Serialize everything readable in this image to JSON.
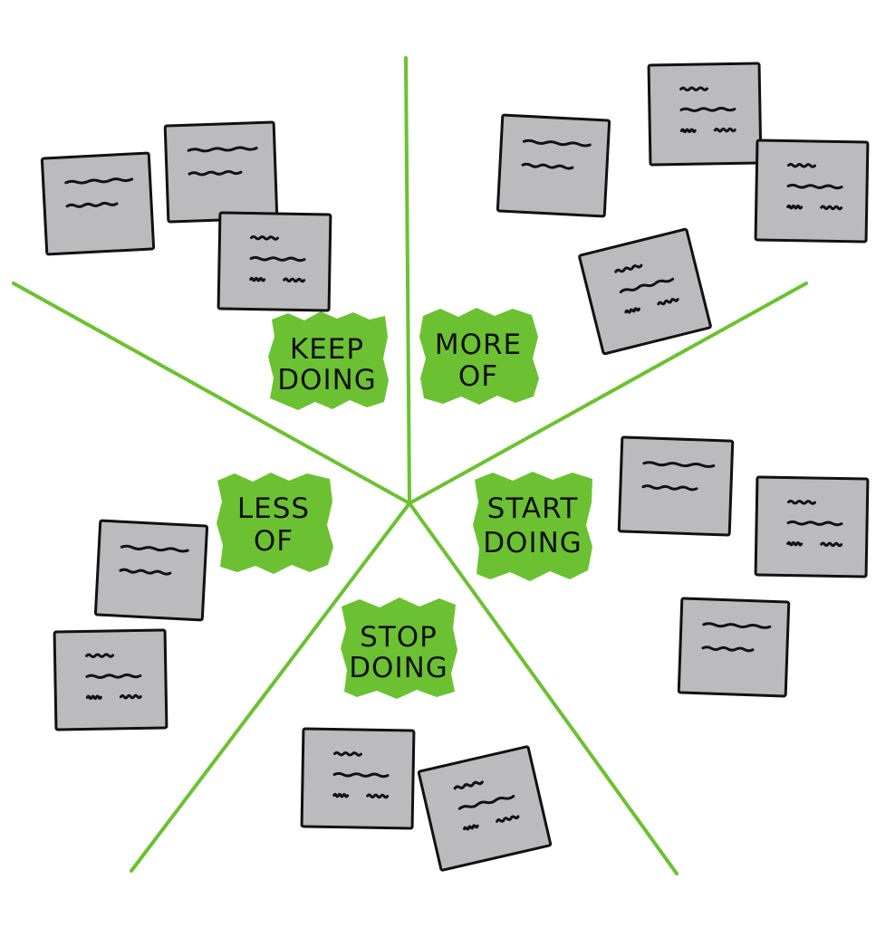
{
  "board": {
    "colors": {
      "divider": "#6cc132",
      "highlight": "#6cc132",
      "note_fill": "#bbbbbd",
      "note_border": "#111111",
      "ink": "#111111",
      "background": "#ffffff"
    },
    "sections": [
      {
        "id": "keep-doing",
        "lines": [
          "KEEP",
          "DOING"
        ]
      },
      {
        "id": "more-of",
        "lines": [
          "MORE",
          "OF"
        ]
      },
      {
        "id": "start-doing",
        "lines": [
          "START",
          "DOING"
        ]
      },
      {
        "id": "stop-doing",
        "lines": [
          "STOP",
          "DOING"
        ]
      },
      {
        "id": "less-of",
        "lines": [
          "LESS",
          "OF"
        ]
      }
    ]
  }
}
